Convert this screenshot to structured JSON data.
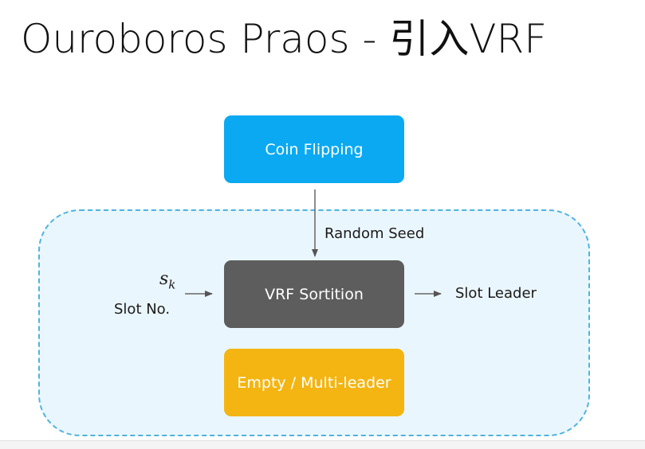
{
  "title": "Ouroboros Praos - 引入VRF",
  "nodes": {
    "coin_flipping": "Coin Flipping",
    "vrf_sortition": "VRF Sortition",
    "empty_multi_leader": "Empty / Multi-leader"
  },
  "labels": {
    "random_seed": "Random Seed",
    "secret_key_base": "s",
    "secret_key_sub": "k",
    "slot_no": "Slot No.",
    "slot_leader": "Slot Leader"
  },
  "colors": {
    "coin_flipping": "#0aa9f2",
    "vrf_sortition": "#5d5d5d",
    "empty_multi_leader": "#f4b512",
    "region_fill": "#eaf6fd",
    "region_border": "#4fb3e0"
  }
}
